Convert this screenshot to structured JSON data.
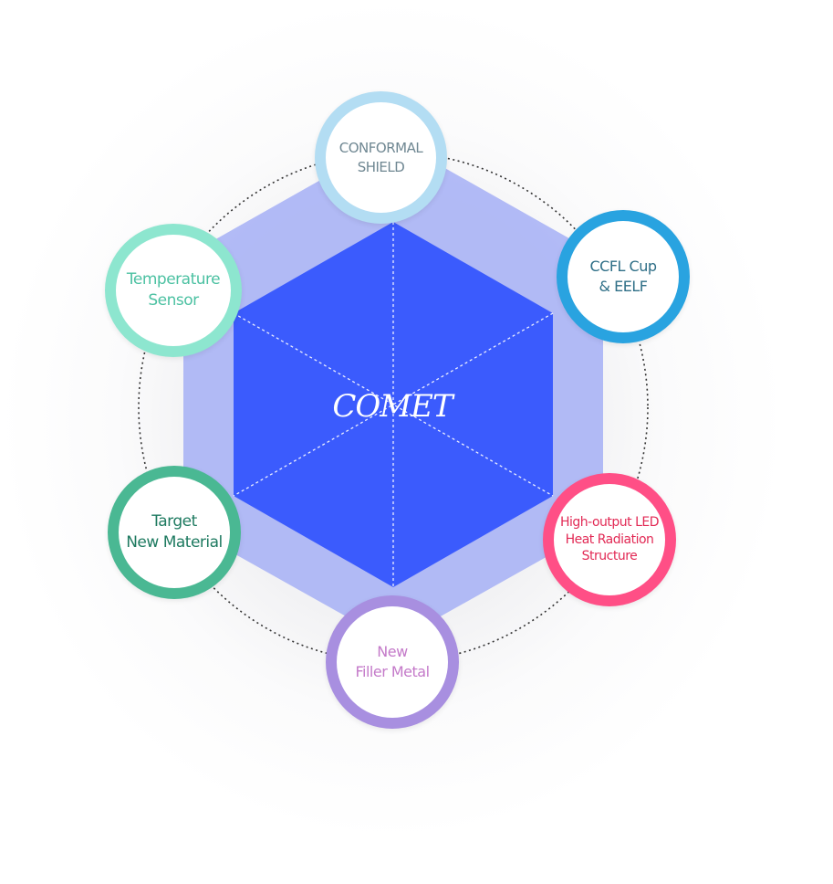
{
  "center": {
    "title": "COMET",
    "hexagon_color": "#3b5bfd",
    "outer_hexagon_color": "#aab4f5"
  },
  "nodes": [
    {
      "id": "conformal-shield",
      "label": "CONFORMAL\nSHIELD",
      "ring_color": "#b3ddf3",
      "text_color": "#6f8792"
    },
    {
      "id": "ccfl-cup",
      "label": "CCFL Cup\n& EELF",
      "ring_color": "#29a3e0",
      "text_color": "#2f6f87"
    },
    {
      "id": "high-output-led",
      "label": "High-output LED\nHeat Radiation\nStructure",
      "ring_color": "#ff4f86",
      "text_color": "#e22a55"
    },
    {
      "id": "new-filler-metal",
      "label": "New\nFiller Metal",
      "ring_color": "#a88fe0",
      "text_color": "#c47ac9"
    },
    {
      "id": "target-new-material",
      "label": "Target\nNew Material",
      "ring_color": "#4ab893",
      "text_color": "#1e7a60"
    },
    {
      "id": "temperature-sensor",
      "label": "Temperature\nSensor",
      "ring_color": "#8de6cf",
      "text_color": "#4cc1a2"
    }
  ]
}
